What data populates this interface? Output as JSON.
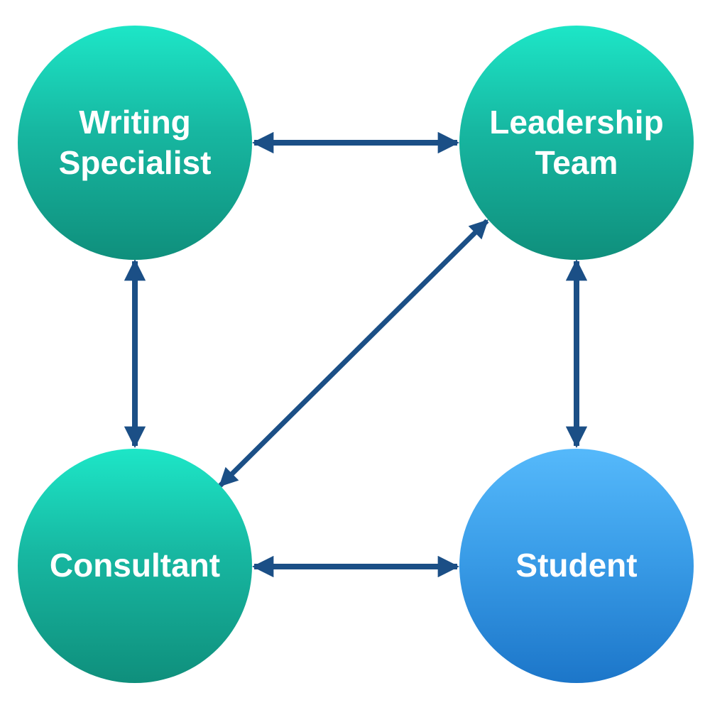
{
  "diagram": {
    "nodes": [
      {
        "id": "writing-specialist",
        "label": "Writing\nSpecialist",
        "color": "#17b7a1"
      },
      {
        "id": "leadership-team",
        "label": "Leadership\nTeam",
        "color": "#17b7a1"
      },
      {
        "id": "consultant",
        "label": "Consultant",
        "color": "#17b7a1"
      },
      {
        "id": "student",
        "label": "Student",
        "color": "#3a9de8"
      }
    ],
    "edges": [
      {
        "from": "writing-specialist",
        "to": "leadership-team",
        "direction": "both"
      },
      {
        "from": "writing-specialist",
        "to": "consultant",
        "direction": "both"
      },
      {
        "from": "leadership-team",
        "to": "student",
        "direction": "both"
      },
      {
        "from": "leadership-team",
        "to": "consultant",
        "direction": "both"
      },
      {
        "from": "consultant",
        "to": "student",
        "direction": "both"
      }
    ],
    "arrow_color": "#1b4f86"
  }
}
